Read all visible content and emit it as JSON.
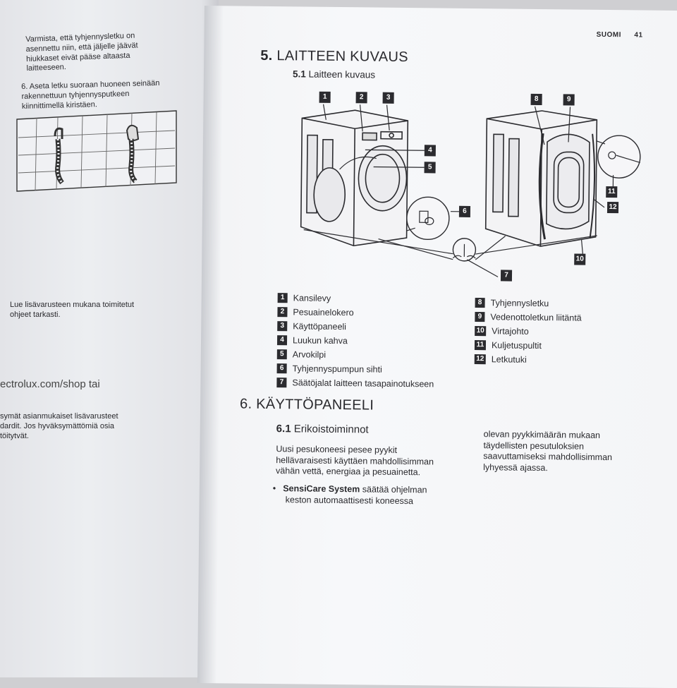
{
  "header": {
    "language": "SUOMI",
    "page_number": "41"
  },
  "left_page": {
    "para1": [
      "Varmista, että tyhjennysletku on",
      "asennettu niin, että jäljelle jäävät",
      "hiukkaset eivät pääse altaasta",
      "laitteeseen."
    ],
    "para2": [
      "6. Aseta letku suoraan huoneen seinään",
      "rakennettuun tyhjennysputkeen",
      "kiinnittimellä kiristäen."
    ],
    "accessory_note": [
      "Lue lisävarusteen mukana toimitetut",
      "ohjeet tarkasti."
    ],
    "shop_link": "ectrolux.com/shop tai",
    "warning": [
      "symät asianmukaiset lisävarusteet",
      "dardit. Jos hyväksymättömiä osia",
      "töitytvät."
    ]
  },
  "section5": {
    "number": "5.",
    "title": "LAITTEEN KUVAUS",
    "sub_number": "5.1",
    "sub_title": "Laitteen kuvaus"
  },
  "callouts": [
    "1",
    "2",
    "3",
    "4",
    "5",
    "6",
    "7",
    "8",
    "9",
    "10",
    "11",
    "12"
  ],
  "legend": [
    {
      "num": "1",
      "label": "Kansilevy"
    },
    {
      "num": "2",
      "label": "Pesuainelokero"
    },
    {
      "num": "3",
      "label": "Käyttöpaneeli"
    },
    {
      "num": "4",
      "label": "Luukun kahva"
    },
    {
      "num": "5",
      "label": "Arvokilpi"
    },
    {
      "num": "6",
      "label": "Tyhjennyspumpun sihti"
    },
    {
      "num": "7",
      "label": "Säätöjalat laitteen tasapainotukseen"
    },
    {
      "num": "8",
      "label": "Tyhjennysletku"
    },
    {
      "num": "9",
      "label": "Vedenottoletkun liitäntä"
    },
    {
      "num": "10",
      "label": "Virtajohto"
    },
    {
      "num": "11",
      "label": "Kuljetuspultit"
    },
    {
      "num": "12",
      "label": "Letkutuki"
    }
  ],
  "section6": {
    "number": "6.",
    "title": "KÄYTTÖPANEELI",
    "sub_number": "6.1",
    "sub_title": "Erikoistoiminnot",
    "para": [
      "Uusi pesukoneesi pesee pyykit",
      "hellävaraisesti käyttäen mahdollisimman",
      "vähän vettä, energiaa ja pesuainetta."
    ],
    "bullet_strong": "SensiCare System",
    "bullet_rest": " säätää ohjelman",
    "bullet_line2": "keston automaattisesti koneessa",
    "right_col": [
      "olevan pyykkimäärän mukaan",
      "täydellisten pesutuloksien",
      "saavuttamiseksi mahdollisimman",
      "lyhyessä ajassa."
    ]
  }
}
